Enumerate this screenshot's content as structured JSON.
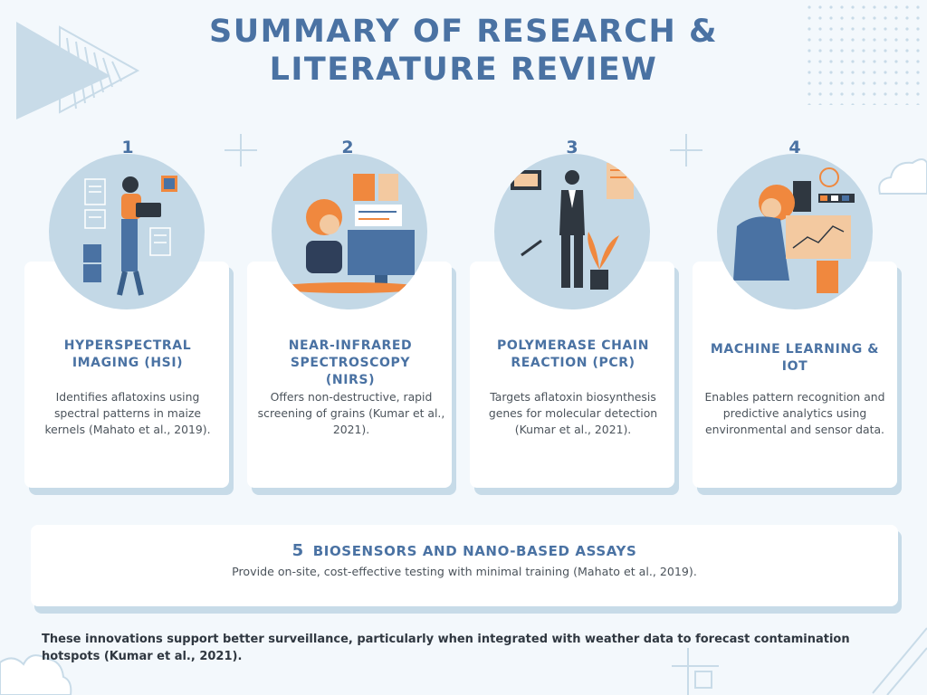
{
  "title": {
    "line1": "SUMMARY OF RESEARCH &",
    "line2": "LITERATURE REVIEW"
  },
  "cards": [
    {
      "number": "1",
      "title": "HYPERSPECTRAL IMAGING (HSI)",
      "description": "Identifies aflatoxins using spectral patterns in maize kernels (Mahato et al., 2019)."
    },
    {
      "number": "2",
      "title": "NEAR-INFRARED SPECTROSCOPY (NIRS)",
      "description": "Offers non-destructive, rapid screening of grains (Kumar et al., 2021)."
    },
    {
      "number": "3",
      "title": "POLYMERASE CHAIN REACTION (PCR)",
      "description": "Targets aflatoxin biosynthesis genes for molecular detection (Kumar et al., 2021)."
    },
    {
      "number": "4",
      "title": "MACHINE LEARNING & IOT",
      "description": "Enables pattern recognition and predictive analytics using environmental and sensor data."
    }
  ],
  "item5": {
    "number": "5",
    "title": "BIOSENSORS AND NANO-BASED ASSAYS",
    "description": "Provide on-site, cost-effective testing with minimal training (Mahato et al., 2019)."
  },
  "footer": "These innovations support better surveillance, particularly when integrated with weather data to forecast contamination hotspots (Kumar et al., 2021).",
  "colors": {
    "background": "#f3f8fc",
    "accent": "#4a72a3",
    "card": "#ffffff",
    "card_shadow": "#c7dbe8",
    "illustration_bg": "#c3d8e6",
    "orange": "#f0883e"
  },
  "icons": [
    "triangle-decoration",
    "dot-grid-decoration",
    "cloud-decoration",
    "plus-decoration"
  ]
}
